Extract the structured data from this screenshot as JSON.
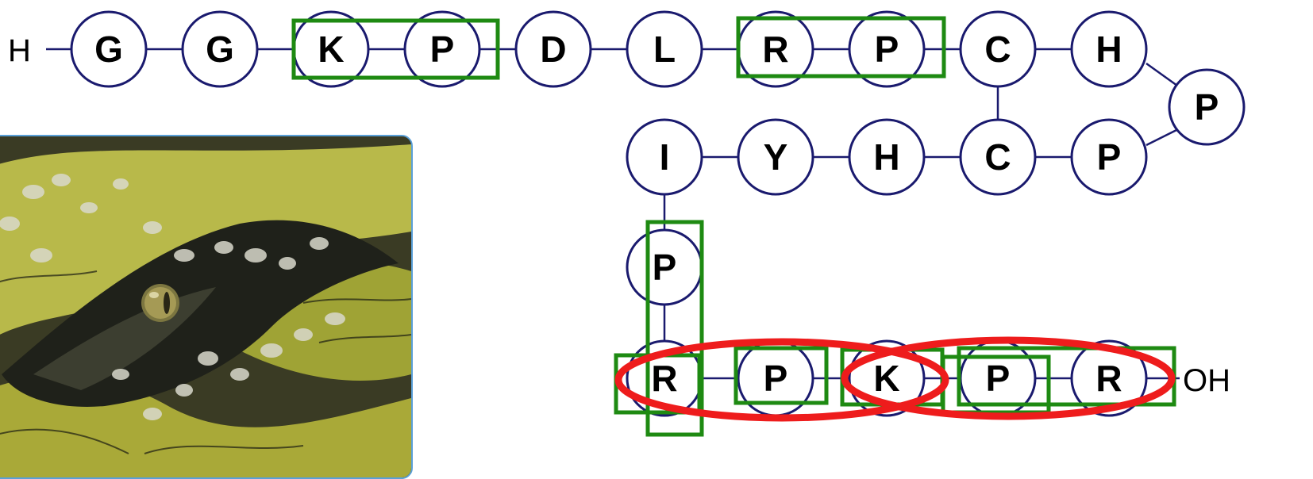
{
  "peptide": {
    "n_terminus": "H",
    "c_terminus": "OH",
    "residues": [
      "G",
      "G",
      "K",
      "P",
      "D",
      "L",
      "R",
      "P",
      "C",
      "H",
      "P",
      "P",
      "C",
      "H",
      "Y",
      "I",
      "P",
      "R",
      "P",
      "K",
      "P",
      "R"
    ],
    "disulfide_bond": [
      "C",
      "C"
    ]
  },
  "colors": {
    "bond_line": "#1a1a6e",
    "motif_box": "#1e8a12",
    "highlight_oval": "#ee1c1c"
  },
  "photo": {
    "subject": "snake-head-closeup"
  }
}
